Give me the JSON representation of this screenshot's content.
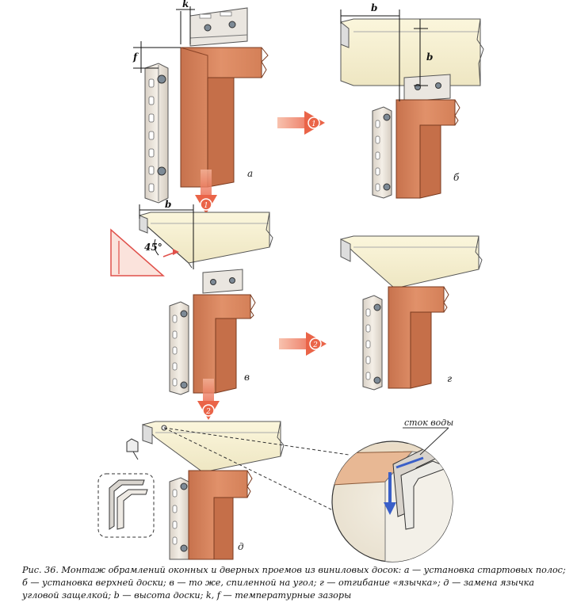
{
  "figure": {
    "panels": {
      "a": "а",
      "b": "б",
      "v": "в",
      "g": "г",
      "d": "д"
    },
    "dimensions": {
      "k": "k",
      "f": "f",
      "b": "b",
      "angle": "45°"
    },
    "steps": [
      "1",
      "2"
    ],
    "callout": "сток воды",
    "caption": "Рис. 36. Монтаж обрамлений оконных и дверных проемов из виниловых досок: а — установка стартовых полос; б — установка верхней доски; в — то же, спиленной на угол; г — отгибание «язычка»; д — замена язычка угловой защелкой; b — высота доски; k, f — температурные зазоры"
  },
  "colors": {
    "wood": "#d9825a",
    "wood_dark": "#b9643e",
    "board": "#f5efcf",
    "strip": "#ede6dc",
    "arrow": "#ef7a5d",
    "red": "#e0504a",
    "water": "#3a5fc8"
  }
}
